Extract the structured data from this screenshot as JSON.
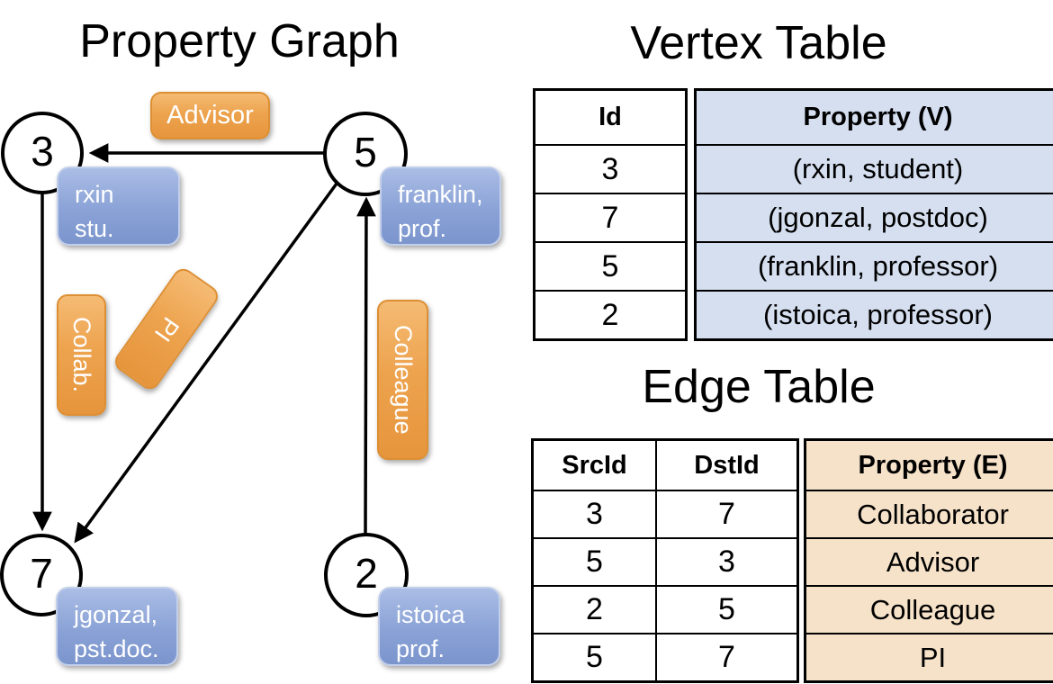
{
  "left_panel": {
    "title": "Property Graph",
    "nodes": [
      {
        "id": "3",
        "label_line1": "rxin",
        "label_line2": "stu."
      },
      {
        "id": "5",
        "label_line1": "franklin,",
        "label_line2": "prof."
      },
      {
        "id": "7",
        "label_line1": "jgonzal,",
        "label_line2": "pst.doc."
      },
      {
        "id": "2",
        "label_line1": "istoica",
        "label_line2": "prof."
      }
    ],
    "edge_labels": {
      "advisor": "Advisor",
      "collab": "Collab.",
      "pi": "PI",
      "colleague": "Colleague"
    }
  },
  "vertex_table": {
    "title": "Vertex Table",
    "headers": {
      "id": "Id",
      "property": "Property (V)"
    },
    "rows": [
      {
        "id": "3",
        "property": "(rxin, student)"
      },
      {
        "id": "7",
        "property": "(jgonzal, postdoc)"
      },
      {
        "id": "5",
        "property": "(franklin, professor)"
      },
      {
        "id": "2",
        "property": "(istoica, professor)"
      }
    ]
  },
  "edge_table": {
    "title": "Edge Table",
    "headers": {
      "src": "SrcId",
      "dst": "DstId",
      "property": "Property (E)"
    },
    "rows": [
      {
        "src": "3",
        "dst": "7",
        "property": "Collaborator"
      },
      {
        "src": "5",
        "dst": "3",
        "property": "Advisor"
      },
      {
        "src": "2",
        "dst": "5",
        "property": "Colleague"
      },
      {
        "src": "5",
        "dst": "7",
        "property": "PI"
      }
    ]
  },
  "colors": {
    "edge_label_orange": "#eda34e",
    "vertex_box_blue": "#8aa2d6",
    "vertex_property_bg": "#d5dff0",
    "edge_property_bg": "#f6e2c9",
    "line_black": "#000000"
  }
}
